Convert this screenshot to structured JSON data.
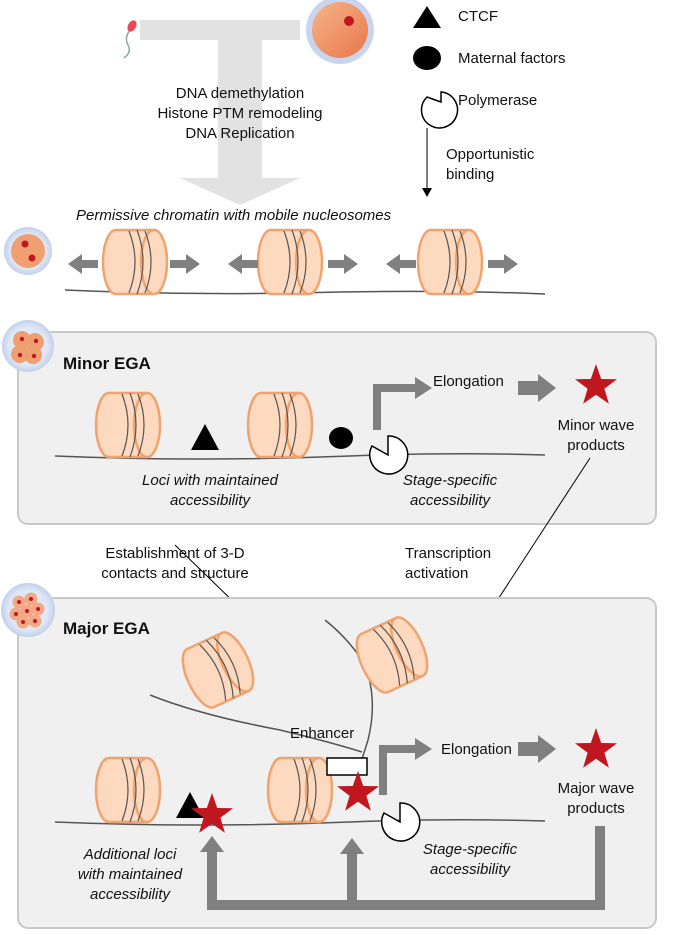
{
  "legend": {
    "ctcf": "CTCF",
    "maternal_factors": "Maternal factors",
    "polymerase": "Polymerase"
  },
  "top": {
    "process_lines": [
      "DNA demethylation",
      "Histone PTM remodeling",
      "DNA Replication"
    ],
    "opportunistic": [
      "Opportunistic",
      "binding"
    ],
    "permissive": "Permissive chromatin with mobile nucleosomes"
  },
  "minor": {
    "title": "Minor EGA",
    "elongation": "Elongation",
    "products": [
      "Minor wave",
      "products"
    ],
    "loci": [
      "Loci with maintained",
      "accessibility"
    ],
    "stage_specific": [
      "Stage-specific",
      "accessibility"
    ]
  },
  "between": {
    "establishment": [
      "Establishment of 3-D",
      "contacts and structure"
    ],
    "transcription": [
      "Transcription",
      "activation"
    ]
  },
  "major": {
    "title": "Major EGA",
    "enhancer": "Enhancer",
    "elongation": "Elongation",
    "products": [
      "Major wave",
      "products"
    ],
    "additional_loci": [
      "Additional loci",
      "with maintained",
      "accessibility"
    ],
    "stage_specific": [
      "Stage-specific",
      "accessibility"
    ]
  },
  "colors": {
    "nucleosome_fill": "#fcd9bf",
    "nucleosome_stroke": "#f0a36e",
    "star": "#c0171f",
    "panel_fill": "#f0f0f0",
    "panel_stroke": "#c8c8c8",
    "gray_arrow": "#808080",
    "funnel": "#e2e2e2"
  }
}
